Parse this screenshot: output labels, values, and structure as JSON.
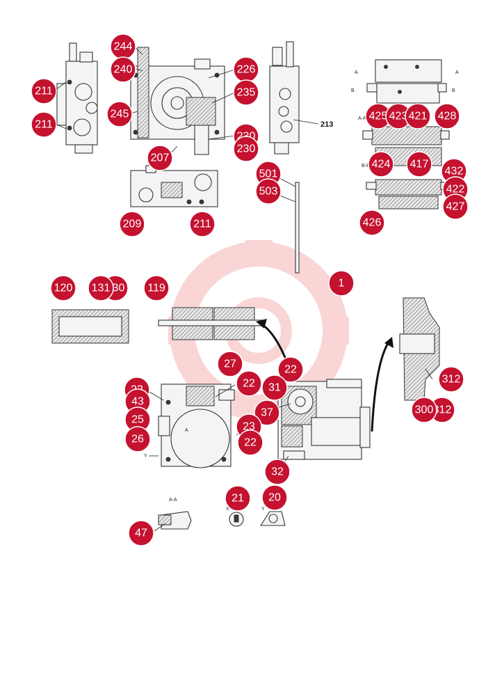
{
  "callouts": [
    "244",
    "240",
    "211",
    "211",
    "245",
    "226",
    "235",
    "230",
    "230",
    "207",
    "209",
    "211",
    "213",
    "425",
    "423",
    "421",
    "428",
    "424",
    "417",
    "432",
    "422",
    "427",
    "426",
    "501",
    "503",
    "1",
    "120",
    "131",
    "130",
    "119",
    "27",
    "22",
    "22",
    "22",
    "43",
    "25",
    "26",
    "31",
    "37",
    "23",
    "22",
    "32",
    "312",
    "300",
    "312",
    "21",
    "20",
    "47"
  ],
  "section_labels": {
    "aa_top": "A-A",
    "a_left": "A",
    "a_right": "A",
    "b_left": "B",
    "b_right": "B",
    "bb": "B-B",
    "aa_bottom": "A-A",
    "x": "X",
    "y": "Y",
    "y_arrow": "Y",
    "a_arrow": "A"
  },
  "colors": {
    "callout_fill": "#c4122f",
    "watermark": "#f2c4c4"
  }
}
